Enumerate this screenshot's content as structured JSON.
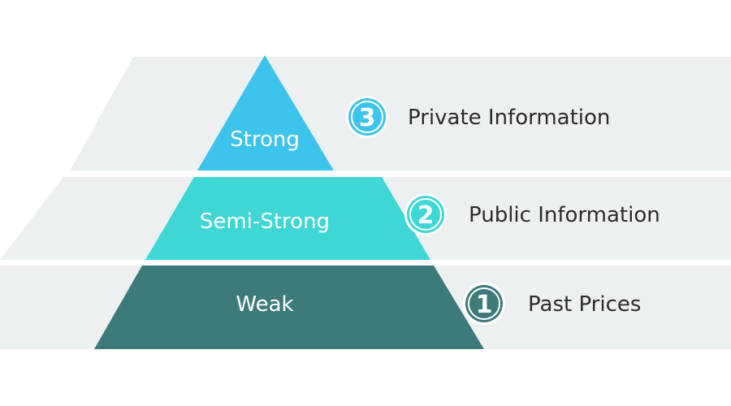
{
  "levels": [
    {
      "tier": "Strong",
      "info": "Private Information",
      "badge": "3",
      "colors": {
        "pyramid": "#3cc4ec",
        "badge": "#3cc4ec"
      }
    },
    {
      "tier": "Semi-Strong",
      "info": "Public Information",
      "badge": "2",
      "colors": {
        "pyramid": "#3fd7d5",
        "badge": "#3fd7d5"
      }
    },
    {
      "tier": "Weak",
      "info": "Past Prices",
      "badge": "1",
      "colors": {
        "pyramid": "#3d7a7a",
        "badge": "#3d7a7a"
      }
    }
  ],
  "colors": {
    "band": "#edf0f0",
    "background": "#ffffff"
  }
}
